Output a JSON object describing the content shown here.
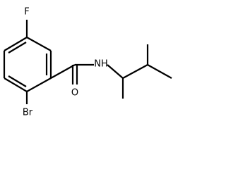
{
  "molecule": {
    "atoms": {
      "fluorine": "F",
      "bromine": "Br",
      "oxygen": "O",
      "amide_nitrogen": "NH"
    },
    "bond_color": "#000000",
    "background": "#ffffff"
  }
}
